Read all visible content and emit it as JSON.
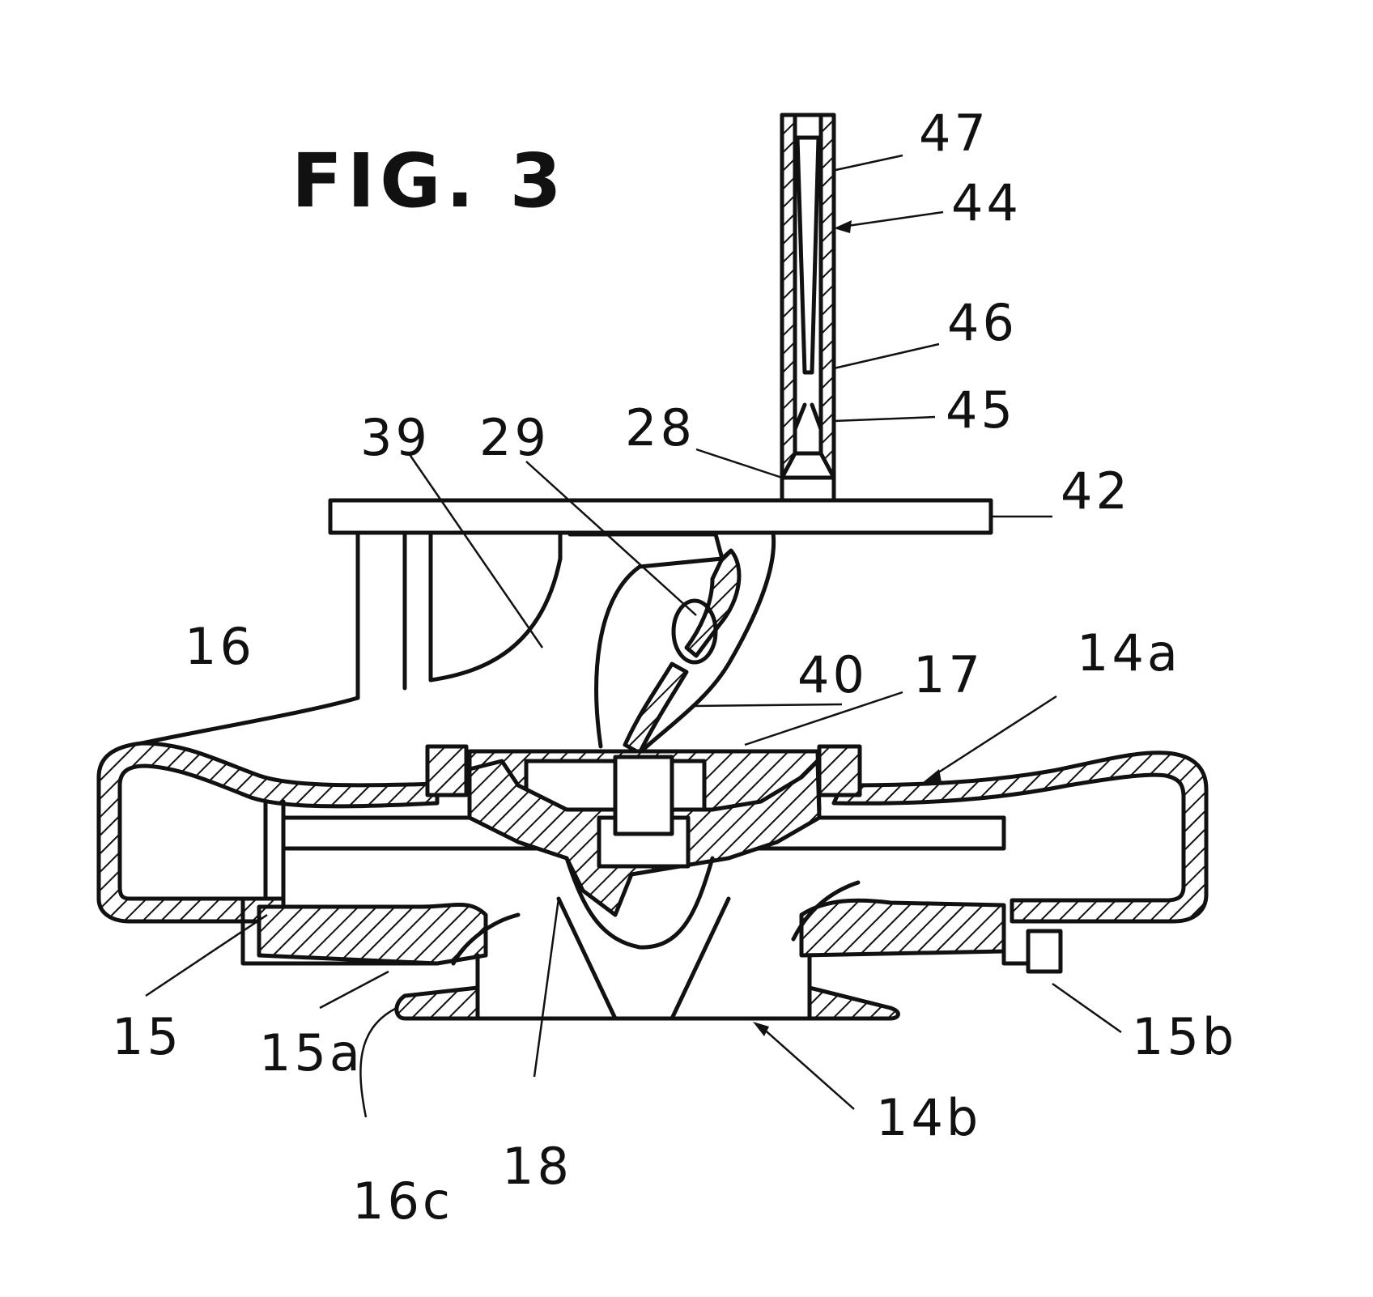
{
  "figure": {
    "title": "FIG. 3"
  },
  "labels": {
    "l47": "47",
    "l44": "44",
    "l46": "46",
    "l45": "45",
    "l28": "28",
    "l39": "39",
    "l29": "29",
    "l42": "42",
    "l16": "16",
    "l40": "40",
    "l17": "17",
    "l14a": "14a",
    "l15": "15",
    "l15a": "15a",
    "l15b": "15b",
    "l14b": "14b",
    "l18": "18",
    "l16c": "16c"
  }
}
